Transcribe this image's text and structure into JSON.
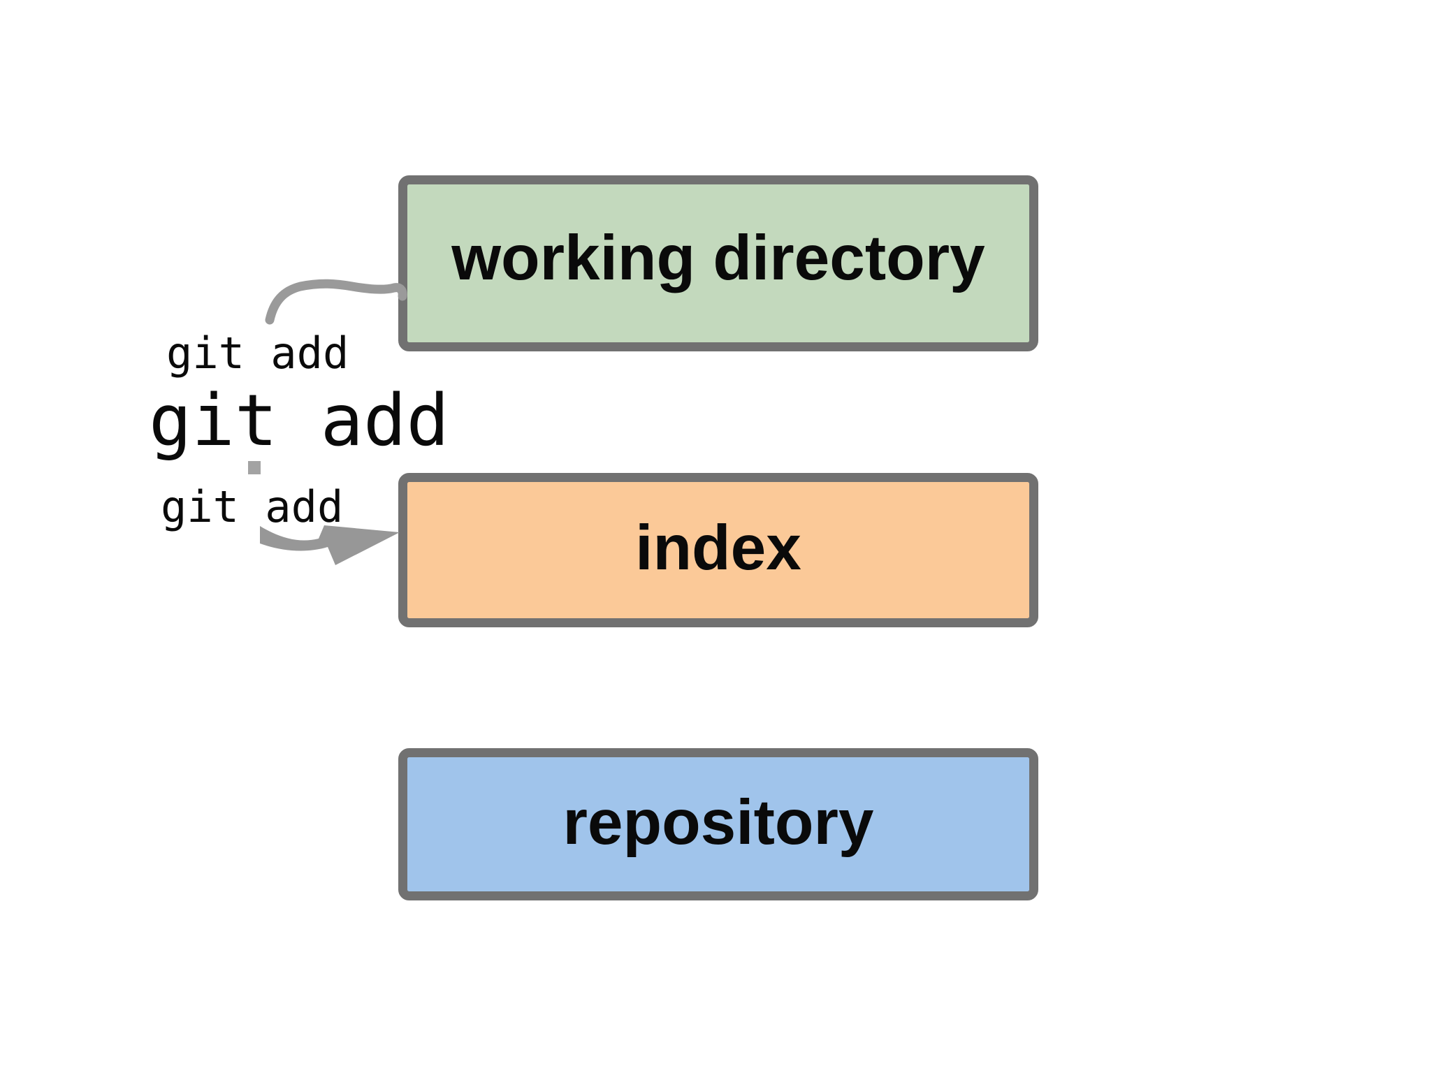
{
  "diagram": {
    "title": "git add staging diagram",
    "background_color": "#ffffff",
    "border_color": "#717171",
    "arrow_color": "#999999",
    "text_color": "#0a0a0a",
    "boxes": [
      {
        "id": "working-directory",
        "label": "working directory",
        "fill": "#c3d9bd"
      },
      {
        "id": "index",
        "label": "index",
        "fill": "#fbc998"
      },
      {
        "id": "repository",
        "label": "repository",
        "fill": "#a0c4eb"
      }
    ],
    "annotations": [
      {
        "id": "git-add-top",
        "text": "git add",
        "size": "small"
      },
      {
        "id": "git-add-large",
        "text": "git add",
        "size": "large"
      },
      {
        "id": "git-add-bottom",
        "text": "git add",
        "size": "small"
      }
    ],
    "arrows": [
      {
        "id": "connector-to-working-directory",
        "style": "curved line, no head"
      },
      {
        "id": "arrow-to-index",
        "style": "swoosh with triangular head"
      }
    ],
    "marks": [
      {
        "id": "gray-square-mark",
        "fill": "#a3a3a3"
      }
    ]
  }
}
